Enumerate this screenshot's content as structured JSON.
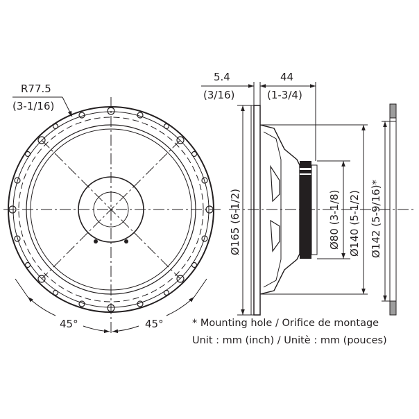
{
  "front_view": {
    "radius_label": "R77.5",
    "radius_label_inch": "(3-1/16)",
    "angle_left": "45°",
    "angle_right": "45°"
  },
  "side_view": {
    "depth_flange": "5.4",
    "depth_flange_inch": "(3/16)",
    "depth_body": "44",
    "depth_body_inch": "(1-3/4)",
    "dia_outer": "Ø165 (6-1/2)",
    "dia_magnet": "Ø80 (3-1/8)",
    "dia_basket": "Ø140 (5-1/2)",
    "dia_mount": "Ø142 (5-9/16)*"
  },
  "notes": {
    "mounting_hole": "* Mounting hole / Orifice de montage",
    "units": "Unit : mm (inch) / Unitè : mm (pouces)"
  },
  "colors": {
    "line": "#231f20",
    "panel": "#9d9d9d"
  }
}
